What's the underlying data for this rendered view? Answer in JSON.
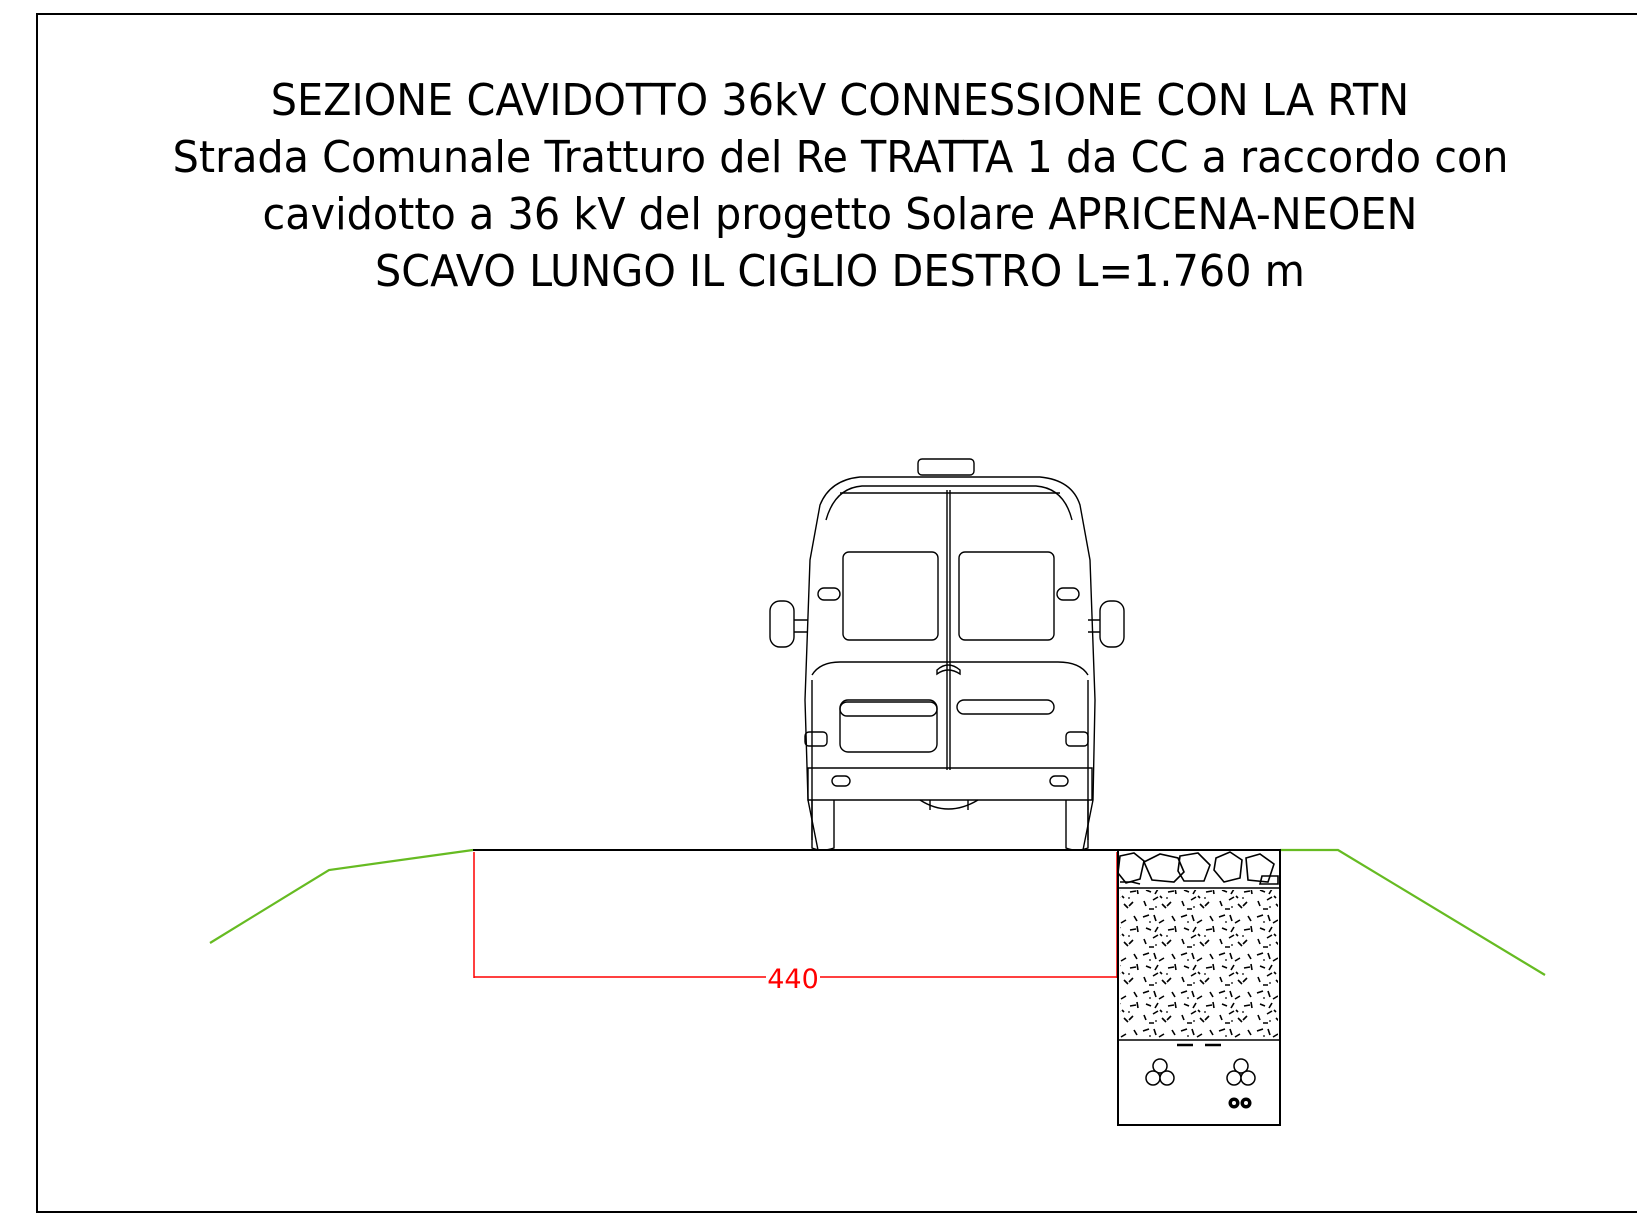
{
  "title": {
    "line1": "SEZIONE CAVIDOTTO 36kV CONNESSIONE CON LA RTN",
    "line2": "Strada Comunale Tratturo del Re TRATTA 1 da CC a raccordo con",
    "line3": "cavidotto a 36 kV del progetto Solare APRICENA-NEOEN",
    "line4": "SCAVO LUNGO IL CIGLIO DESTRO L=1.760 m"
  },
  "dimension": {
    "value": "440",
    "color": "#ff0000"
  },
  "colors": {
    "embankment": "#66bb22",
    "lines": "#000000"
  },
  "icons": [
    "van-rear-view-icon",
    "cable-trefoil-icon",
    "earth-cable-icon"
  ]
}
